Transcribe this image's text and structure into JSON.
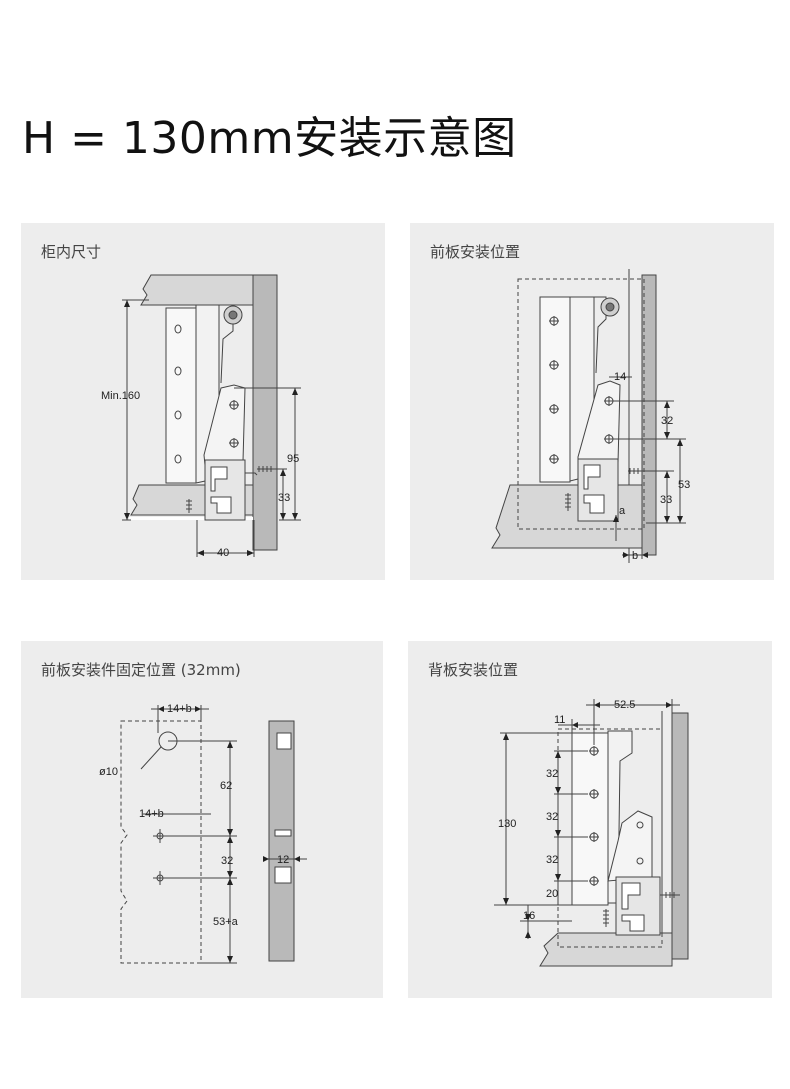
{
  "title": "H = 130mm安装示意图",
  "panels": [
    {
      "label": "柜内尺寸",
      "dims": {
        "min_height": "Min.160",
        "d95": "95",
        "d33": "33",
        "d40": "40"
      }
    },
    {
      "label": "前板安装位置",
      "dims": {
        "d14": "14",
        "d32": "32",
        "d53": "53",
        "d33": "33",
        "a": "a",
        "b": "b"
      }
    },
    {
      "label": "前板安装件固定位置 (32mm)",
      "dims": {
        "d14b_top": "14+b",
        "dia": "ø10",
        "d62": "62",
        "d14b_mid": "14+b",
        "d32": "32",
        "d53a": "53+a",
        "d12": "12"
      }
    },
    {
      "label": "背板安装位置",
      "dims": {
        "d52_5": "52.5",
        "d11": "11",
        "d130": "130",
        "d32a": "32",
        "d32b": "32",
        "d32c": "32",
        "d20": "20",
        "d16": "16"
      }
    }
  ]
}
